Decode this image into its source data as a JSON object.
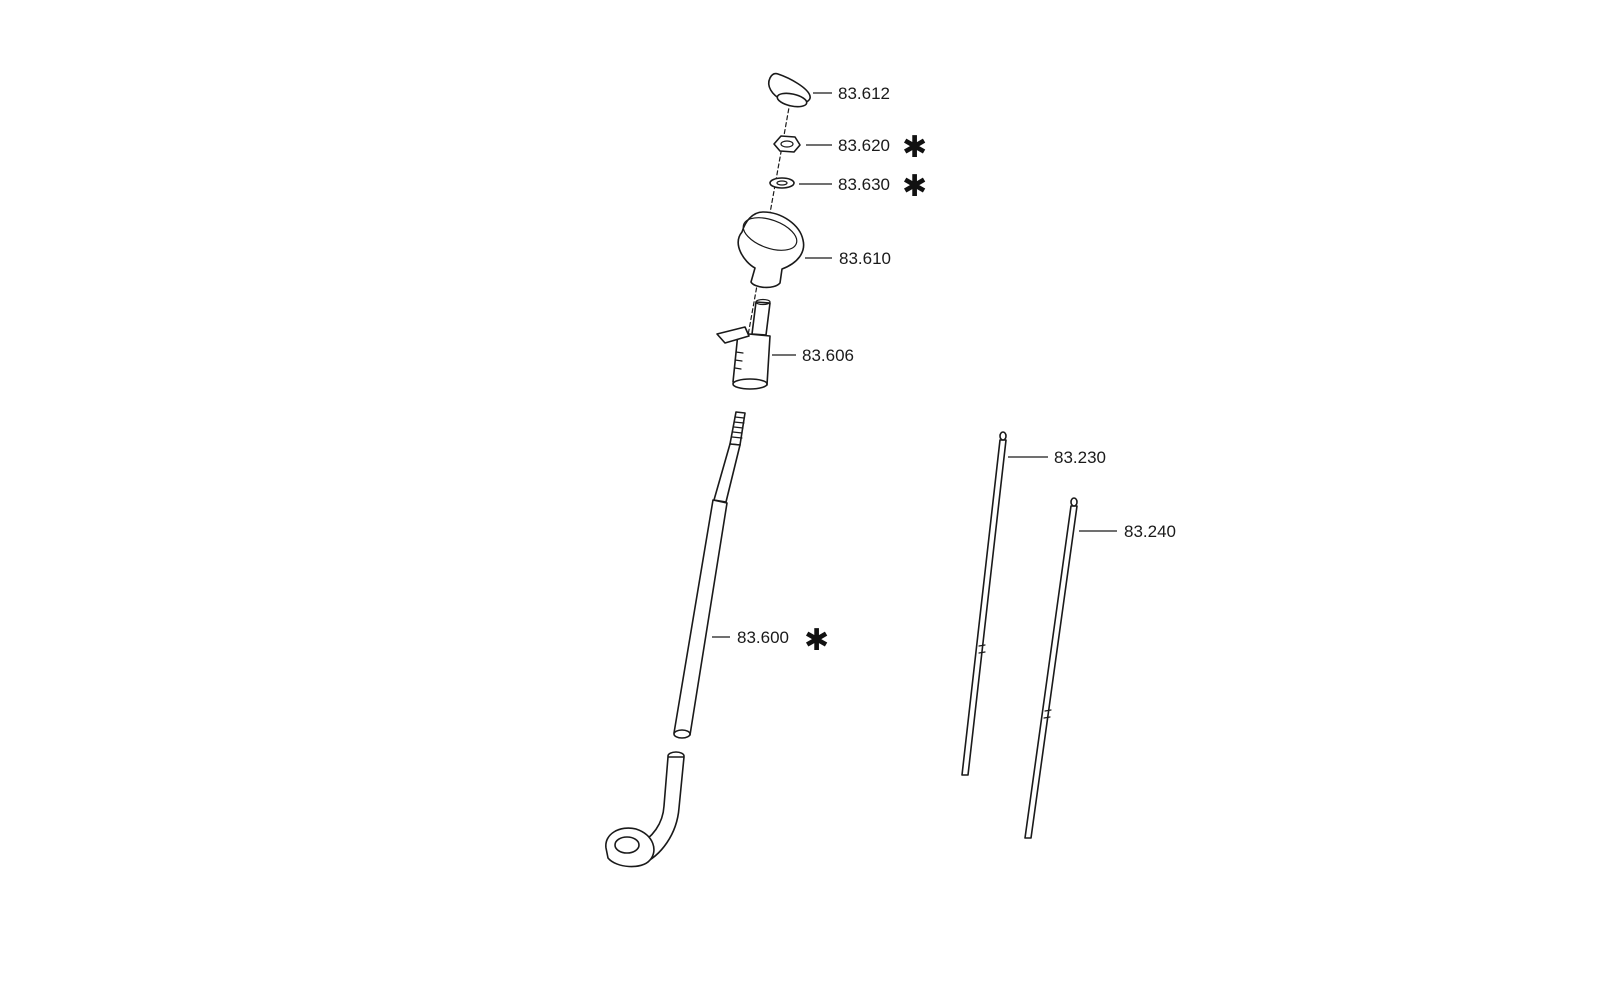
{
  "callouts": [
    {
      "id": "cap",
      "label": "83.612",
      "starred": false
    },
    {
      "id": "nut",
      "label": "83.620",
      "starred": true
    },
    {
      "id": "washer",
      "label": "83.630",
      "starred": true
    },
    {
      "id": "knob",
      "label": "83.610",
      "starred": false
    },
    {
      "id": "bushing",
      "label": "83.606",
      "starred": false
    },
    {
      "id": "lever",
      "label": "83.600",
      "starred": true
    },
    {
      "id": "rod-a",
      "label": "83.230",
      "starred": false
    },
    {
      "id": "rod-b",
      "label": "83.240",
      "starred": false
    }
  ],
  "marker_symbol": "✱",
  "colors": {
    "line": "#1a1a1a",
    "background": "#ffffff"
  }
}
